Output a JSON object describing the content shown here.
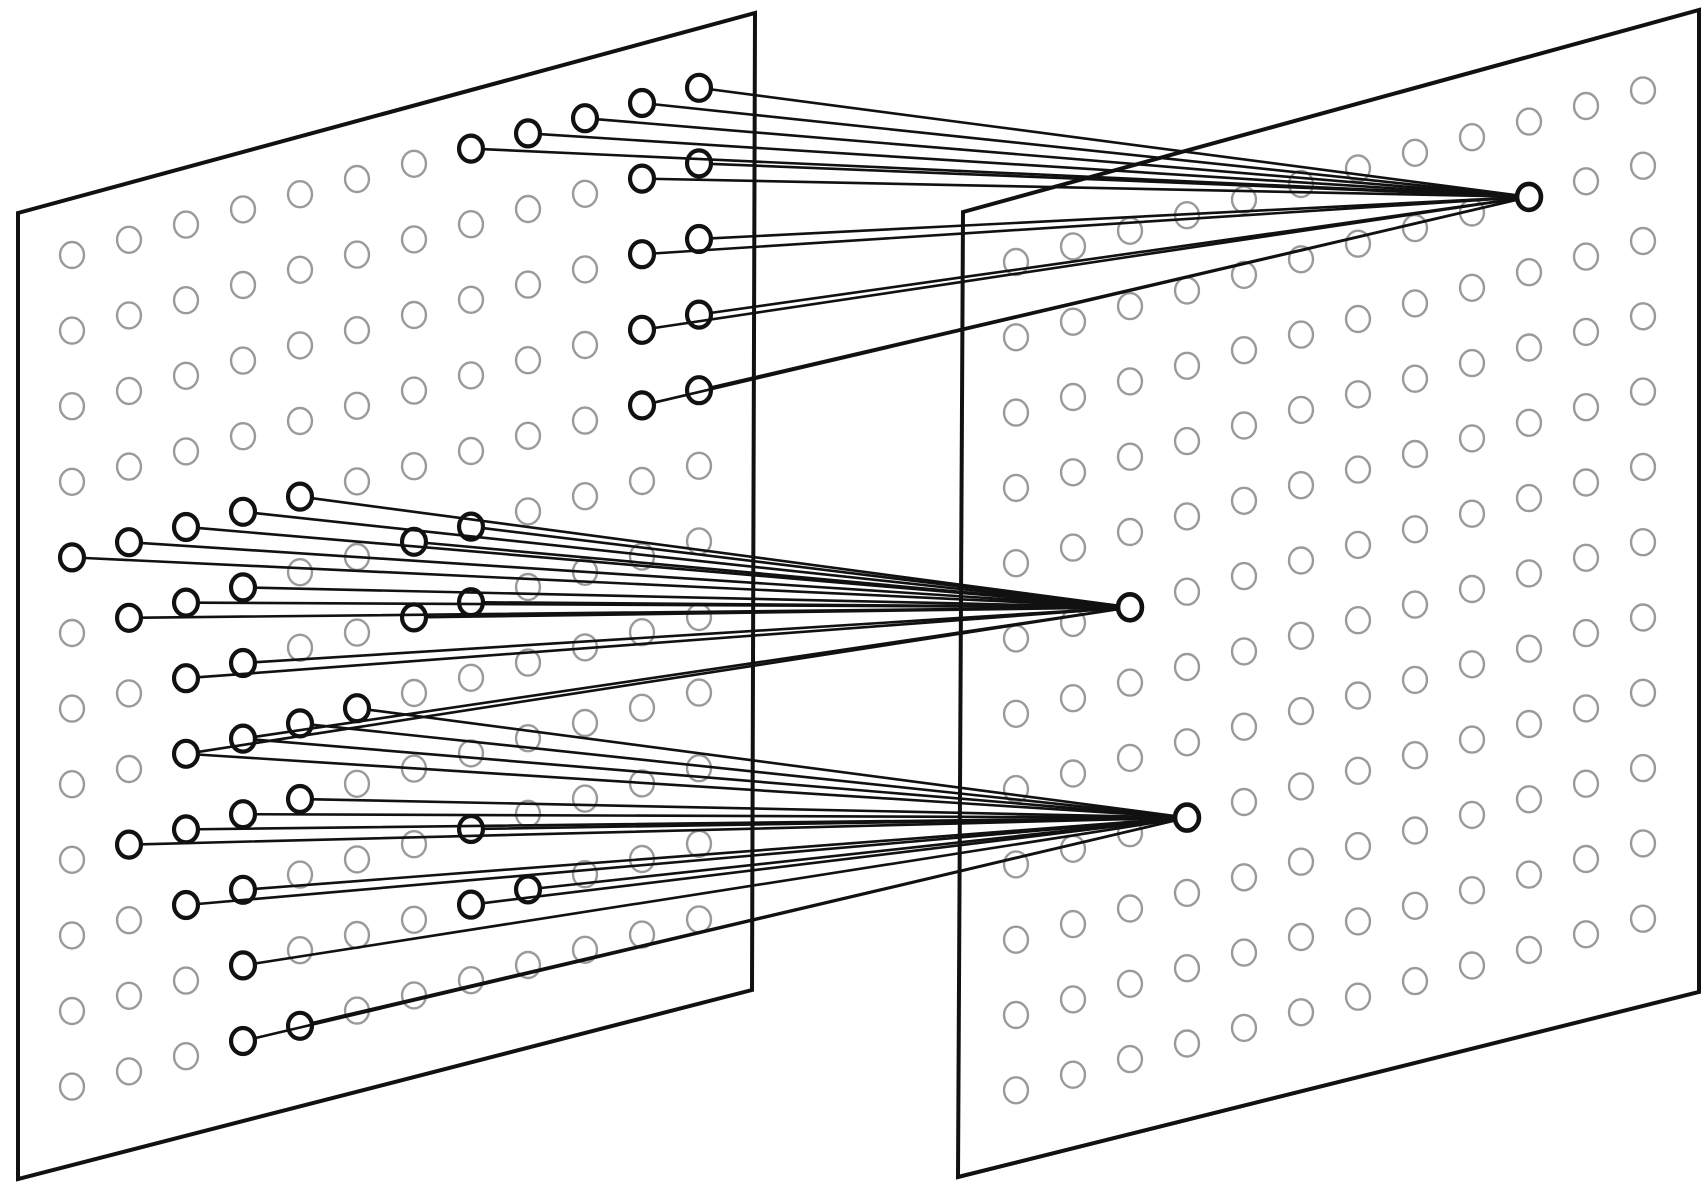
{
  "diagram": {
    "kind": "two-layer neural connectivity",
    "colors": {
      "ink": "#111111",
      "unit_inactive": "#9a9a9a",
      "background": "#ffffff"
    },
    "input_plane": {
      "rows": 12,
      "cols": 12
    },
    "output_plane": {
      "rows": 12,
      "cols": 12
    },
    "receptive_fields": [
      {
        "target": [
          1,
          9
        ],
        "sources": [
          [
            0,
            7
          ],
          [
            0,
            8
          ],
          [
            0,
            9
          ],
          [
            0,
            10
          ],
          [
            0,
            11
          ],
          [
            1,
            10
          ],
          [
            1,
            11
          ],
          [
            2,
            10
          ],
          [
            2,
            11
          ],
          [
            3,
            10
          ],
          [
            3,
            11
          ],
          [
            4,
            10
          ],
          [
            4,
            11
          ]
        ]
      },
      {
        "target": [
          5,
          2
        ],
        "sources": [
          [
            4,
            0
          ],
          [
            4,
            1
          ],
          [
            4,
            2
          ],
          [
            4,
            3
          ],
          [
            4,
            4
          ],
          [
            5,
            1
          ],
          [
            5,
            2
          ],
          [
            5,
            3
          ],
          [
            6,
            2
          ],
          [
            6,
            3
          ],
          [
            7,
            2
          ],
          [
            7,
            3
          ],
          [
            5,
            6
          ],
          [
            5,
            7
          ],
          [
            6,
            6
          ],
          [
            6,
            7
          ]
        ]
      },
      {
        "target": [
          8,
          3
        ],
        "sources": [
          [
            7,
            2
          ],
          [
            7,
            3
          ],
          [
            7,
            4
          ],
          [
            7,
            5
          ],
          [
            8,
            1
          ],
          [
            8,
            2
          ],
          [
            8,
            3
          ],
          [
            8,
            4
          ],
          [
            9,
            2
          ],
          [
            9,
            3
          ],
          [
            9,
            7
          ],
          [
            10,
            3
          ],
          [
            11,
            3
          ],
          [
            11,
            4
          ],
          [
            10,
            7
          ],
          [
            10,
            8
          ]
        ]
      }
    ]
  }
}
